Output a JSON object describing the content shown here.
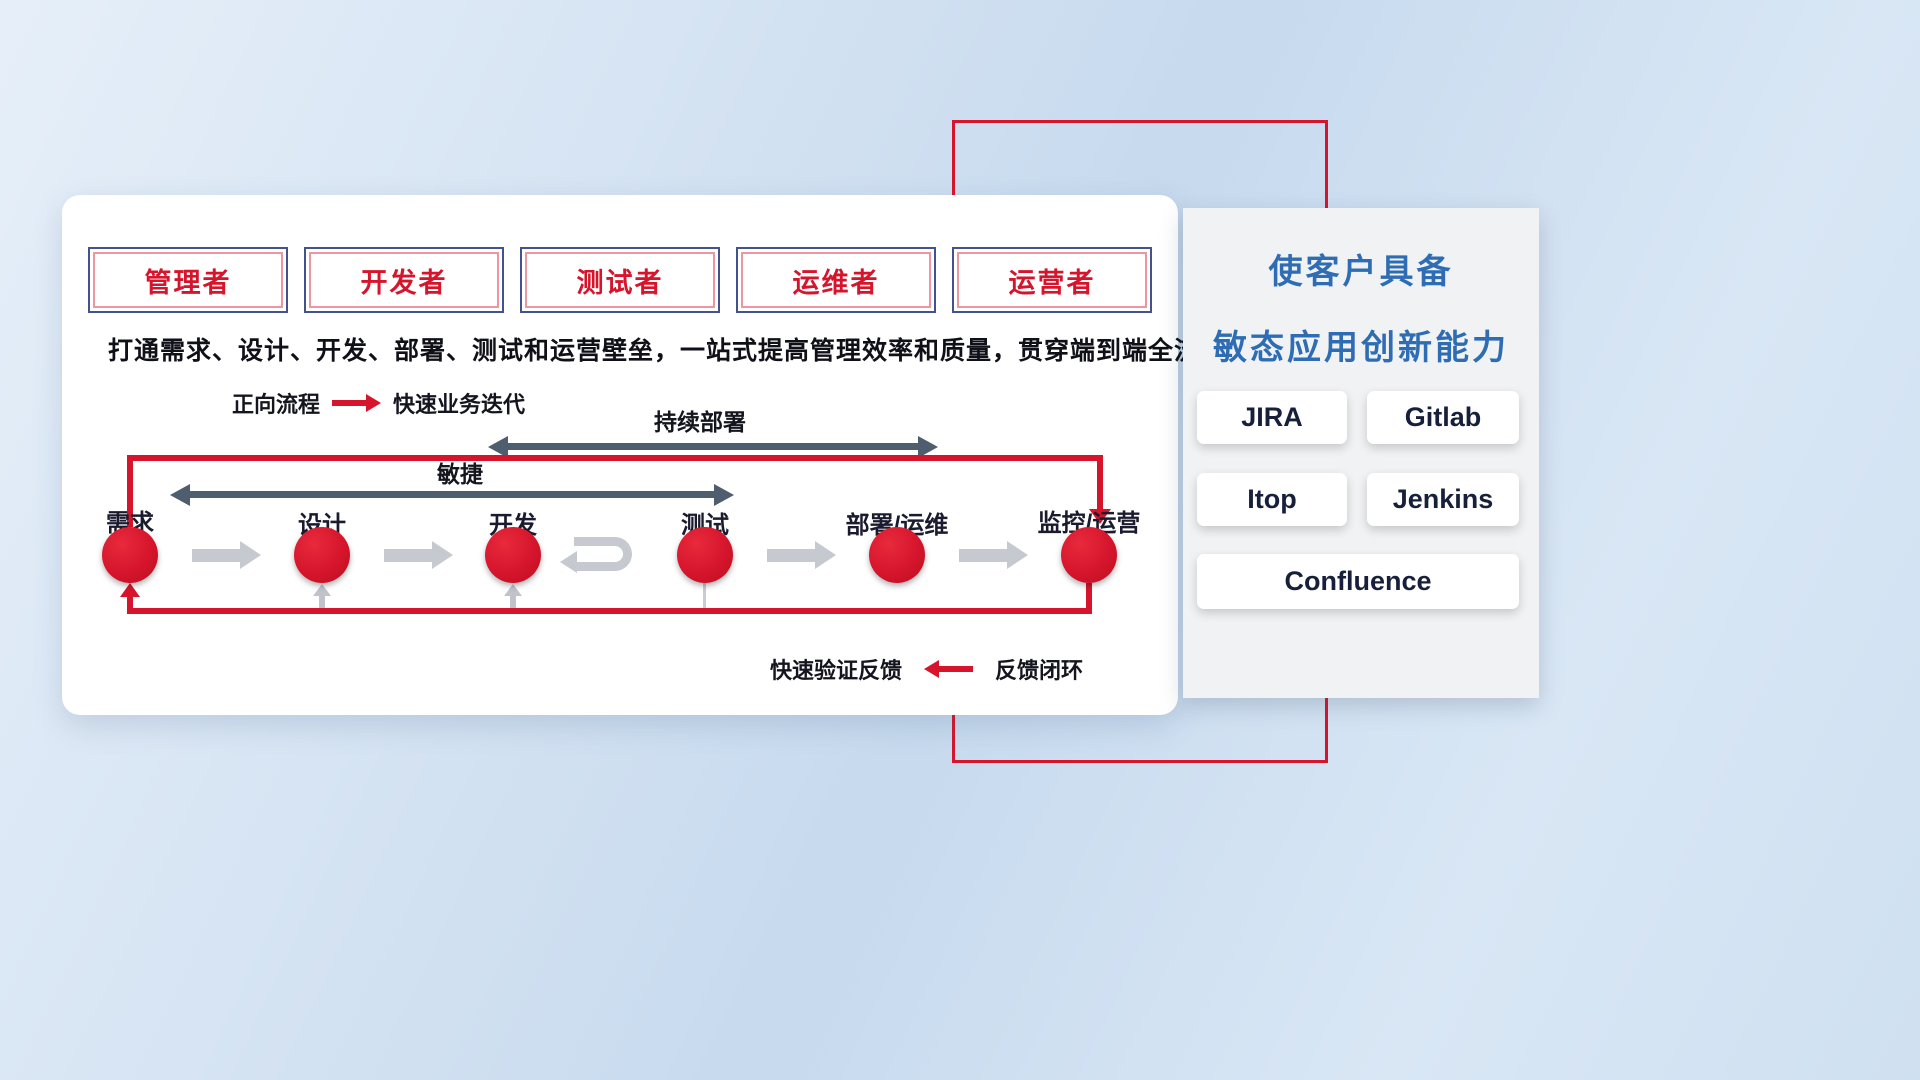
{
  "roles": [
    "管理者",
    "开发者",
    "测试者",
    "运维者",
    "运营者"
  ],
  "subtitle": "打通需求、设计、开发、部署、测试和运营壁垒，一站式提高管理效率和质量，贯穿端到端全流程",
  "legends": {
    "forward_label": "正向流程",
    "forward_desc": "快速业务迭代",
    "feedback_desc": "快速验证反馈",
    "feedback_label": "反馈闭环"
  },
  "span_arrows": {
    "continuous_deployment": "持续部署",
    "agile": "敏捷"
  },
  "flow": {
    "nodes": [
      "需求",
      "设计",
      "开发",
      "测试",
      "部署/运维",
      "监控/运营"
    ]
  },
  "right_panel": {
    "title_line1": "使客户具备",
    "title_line2": "敏态应用创新能力",
    "tools": [
      "JIRA",
      "Gitlab",
      "Itop",
      "Jenkins",
      "Confluence"
    ]
  },
  "colors": {
    "accent_red": "#d6152c",
    "title_blue": "#2e6db4",
    "dark_arrow": "#4e5e6e"
  }
}
